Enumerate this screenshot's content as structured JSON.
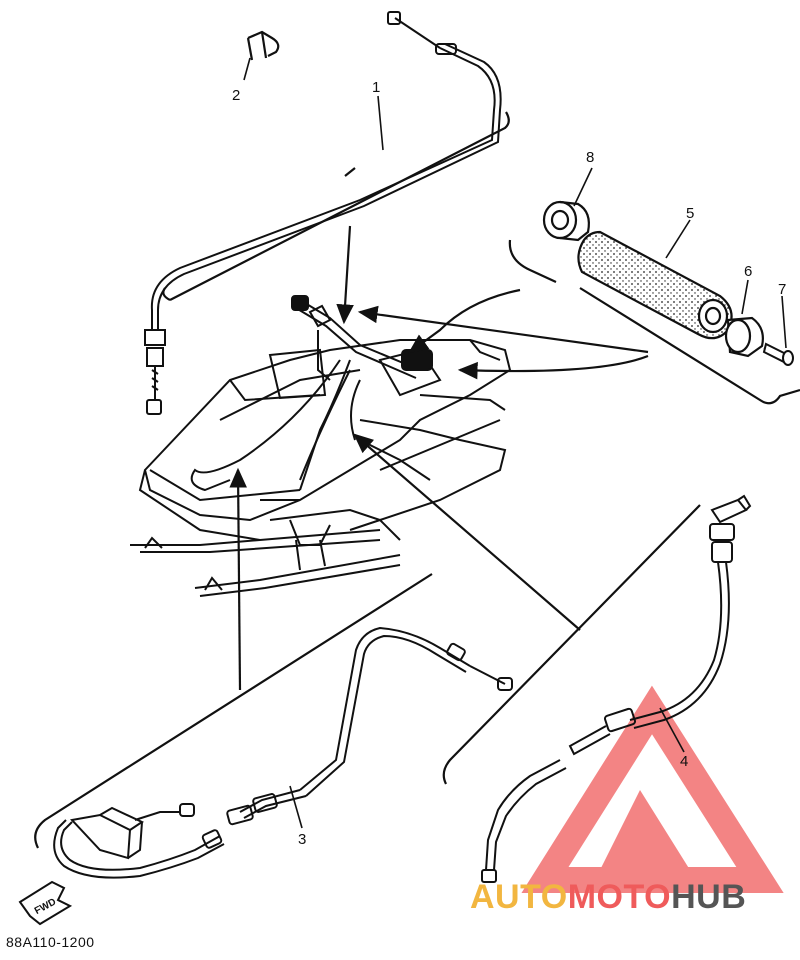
{
  "diagram": {
    "callouts": [
      {
        "id": "1",
        "text": "1"
      },
      {
        "id": "2",
        "text": "2"
      },
      {
        "id": "3",
        "text": "3"
      },
      {
        "id": "4",
        "text": "4"
      },
      {
        "id": "5",
        "text": "5"
      },
      {
        "id": "6",
        "text": "6"
      },
      {
        "id": "7",
        "text": "7"
      },
      {
        "id": "8",
        "text": "8"
      }
    ],
    "fwd_label": "FWD",
    "drawing_code": "88A110-1200"
  },
  "watermark": {
    "part_a": "AUTO",
    "part_b": "MOTO",
    "part_c": "HUB",
    "colors": {
      "a": "#f2b640",
      "b": "#ef5b5b",
      "c": "#555555"
    }
  }
}
